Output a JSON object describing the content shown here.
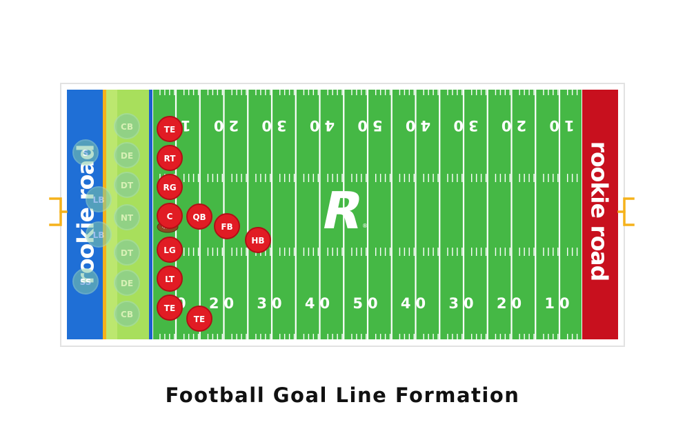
{
  "caption": "Football Goal Line Formation",
  "brand": {
    "endzone_wordmark": "rookie road",
    "midfield_logo": "R",
    "trademark": "®"
  },
  "colors": {
    "field": "#45b845",
    "field_dark": "#3aa53a",
    "left_endzone": "#1f6fd6",
    "right_endzone": "#c8101e",
    "goalpost": "#f5b21b",
    "defense_zone": "#a8df5c",
    "line_of_scrimmage": "#1b5fcc",
    "offense_player": "#e11c24",
    "defense_player": "#7fc7a8",
    "ball": "#8a4b22"
  },
  "yard_numbers_top": [
    "10",
    "20",
    "30",
    "40",
    "50",
    "40",
    "30",
    "20",
    "10"
  ],
  "yard_numbers_bottom": [
    "10",
    "20",
    "30",
    "40",
    "50",
    "40",
    "30",
    "20",
    "10"
  ],
  "offense": [
    {
      "id": "te-top",
      "label": "TE"
    },
    {
      "id": "rt",
      "label": "RT"
    },
    {
      "id": "rg",
      "label": "RG"
    },
    {
      "id": "c",
      "label": "C"
    },
    {
      "id": "lg",
      "label": "LG"
    },
    {
      "id": "lt",
      "label": "LT"
    },
    {
      "id": "te-bottom",
      "label": "TE"
    },
    {
      "id": "te-wing",
      "label": "TE"
    },
    {
      "id": "qb",
      "label": "QB"
    },
    {
      "id": "fb",
      "label": "FB"
    },
    {
      "id": "hb",
      "label": "HB"
    }
  ],
  "defense": [
    {
      "id": "cb-top",
      "label": "CB"
    },
    {
      "id": "de-top",
      "label": "DE"
    },
    {
      "id": "dt-top",
      "label": "DT"
    },
    {
      "id": "nt",
      "label": "NT"
    },
    {
      "id": "dt-bottom",
      "label": "DT"
    },
    {
      "id": "de-bottom",
      "label": "DE"
    },
    {
      "id": "cb-bottom",
      "label": "CB"
    },
    {
      "id": "lb-top",
      "label": "LB"
    },
    {
      "id": "lb-bottom",
      "label": "LB"
    },
    {
      "id": "ss",
      "label": "SS"
    },
    {
      "id": "fs",
      "label": "S"
    }
  ]
}
